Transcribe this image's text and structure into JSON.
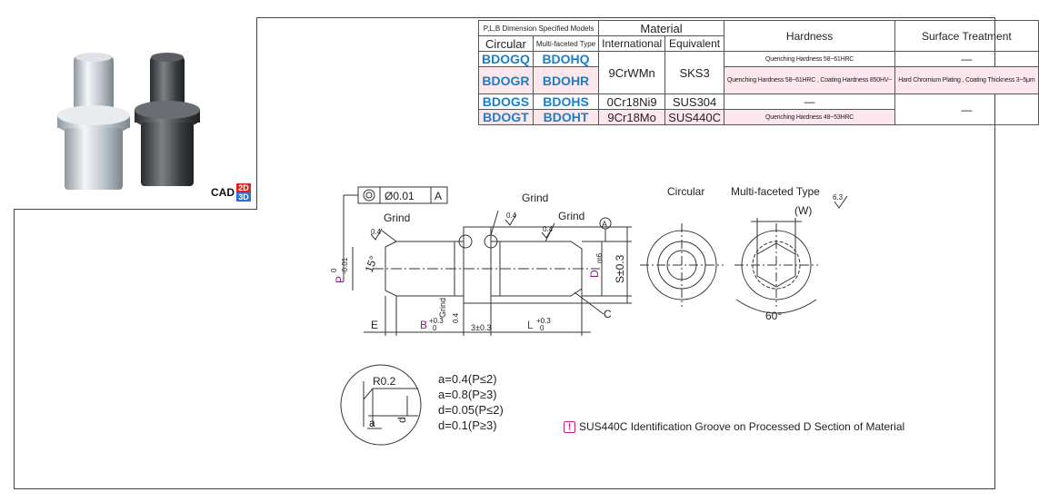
{
  "cad": {
    "label": "CAD",
    "two_d": "2D",
    "three_d": "3D"
  },
  "table": {
    "plb_header": "P,L,B Dimension Specified Models",
    "material_header": "Material",
    "hardness_header": "Hardness",
    "surface_header": "Surface Treatment",
    "col_circular": "Circular",
    "col_multi": "Multi-faceted Type",
    "col_international": "International",
    "col_equivalent": "Equivalent",
    "rows": [
      {
        "circular": "BDOGQ",
        "multi": "BDOHQ",
        "hardness": "Quenching Hardness 58~61HRC",
        "surface": "—"
      },
      {
        "circular": "BDOGR",
        "multi": "BDOHR",
        "hardness": "Quenching Hardness 58~61HRC , Coating Hardness 850HV~",
        "surface": "Hard Chromium Plating , Coating Thickness 3~5μm"
      },
      {
        "circular": "BDOGS",
        "multi": "BDOHS",
        "international": "0Cr18Ni9",
        "equivalent": "SUS304",
        "hardness": "—"
      },
      {
        "circular": "BDOGT",
        "multi": "BDOHT",
        "international": "9Cr18Mo",
        "equivalent": "SUS440C",
        "hardness": "Quenching Hardness 48~53HRC"
      }
    ],
    "group_international": "9CrWMn",
    "group_equivalent": "SKS3",
    "group_surface": "—"
  },
  "drawing": {
    "tolerance_value": "Ø0.01",
    "datum": "A",
    "grind": "Grind",
    "roughness_04": "0.4",
    "roughness_63": "6.3",
    "angle_15": "15°",
    "p_label": "P",
    "p_tol_upper": "0",
    "p_tol_lower": "-0.01",
    "d_label": "D",
    "d_sub": "m6",
    "s_label": "S±0.3",
    "c_label": "C",
    "e_label": "E",
    "b_label": "B",
    "b_tol_upper": "+0.3",
    "b_tol_lower": "0",
    "three": "3±0.3",
    "l_label": "L",
    "l_tol_upper": "+0.3",
    "l_tol_lower": "0",
    "circular_label": "Circular",
    "multi_label": "Multi-faceted Type",
    "w_label": "(W)",
    "angle_60": "60°",
    "r02": "R0.2",
    "detail_a": "a",
    "detail_d": "d"
  },
  "formulas": [
    "a=0.4(P≤2)",
    "a=0.8(P≥3)",
    "d=0.05(P≤2)",
    "d=0.1(P≥3)"
  ],
  "note": {
    "icon": "!",
    "text": "SUS440C Identification Groove on Processed D Section of Material"
  }
}
